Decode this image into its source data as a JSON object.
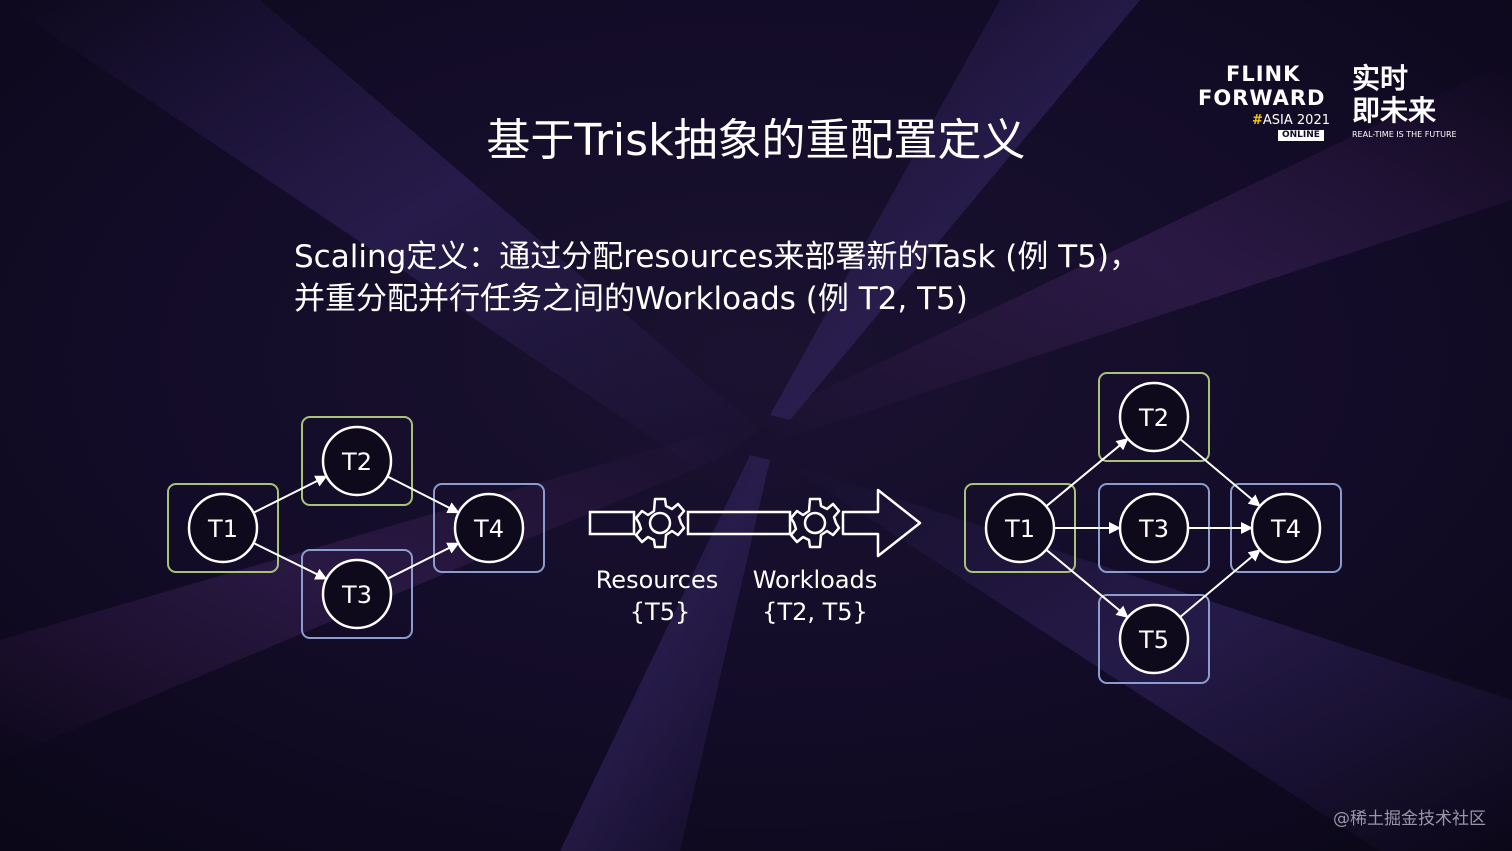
{
  "slide": {
    "title": "基于Trisk抽象的重配置定义",
    "description_line1": "Scaling定义：通过分配resources来部署新的Task (例 T5)，",
    "description_line2": "并重分配并行任务之间的Workloads (例 T2, T5)",
    "watermark": "@稀土掘金技术社区"
  },
  "logo": {
    "line1": "FLINK",
    "line2": "FORWARD",
    "hash": "#",
    "asia": "ASIA 2021",
    "online": "ONLINE",
    "cn_line1": "实时",
    "cn_line2": "即未来",
    "tagline": "REAL-TIME IS THE FUTURE"
  },
  "diagram": {
    "before": {
      "nodes": [
        {
          "id": "T1",
          "label": "T1",
          "box_color": "#a9c27a"
        },
        {
          "id": "T2",
          "label": "T2",
          "box_color": "#a9c27a"
        },
        {
          "id": "T3",
          "label": "T3",
          "box_color": "#8c9ccf"
        },
        {
          "id": "T4",
          "label": "T4",
          "box_color": "#8c9ccf"
        }
      ],
      "edges": [
        [
          "T1",
          "T2"
        ],
        [
          "T1",
          "T3"
        ],
        [
          "T2",
          "T4"
        ],
        [
          "T3",
          "T4"
        ]
      ]
    },
    "transition": {
      "step1_label": "Resources",
      "step1_value": "{T5}",
      "step2_label": "Workloads",
      "step2_value": "{T2, T5}"
    },
    "after": {
      "nodes": [
        {
          "id": "T1",
          "label": "T1",
          "box_color": "#a9c27a"
        },
        {
          "id": "T2",
          "label": "T2",
          "box_color": "#a9c27a"
        },
        {
          "id": "T3",
          "label": "T3",
          "box_color": "#8c9ccf"
        },
        {
          "id": "T4",
          "label": "T4",
          "box_color": "#8c9ccf"
        },
        {
          "id": "T5",
          "label": "T5",
          "box_color": "#8c9ccf"
        }
      ],
      "edges": [
        [
          "T1",
          "T2"
        ],
        [
          "T1",
          "T3"
        ],
        [
          "T1",
          "T5"
        ],
        [
          "T2",
          "T4"
        ],
        [
          "T3",
          "T4"
        ],
        [
          "T5",
          "T4"
        ]
      ]
    }
  }
}
